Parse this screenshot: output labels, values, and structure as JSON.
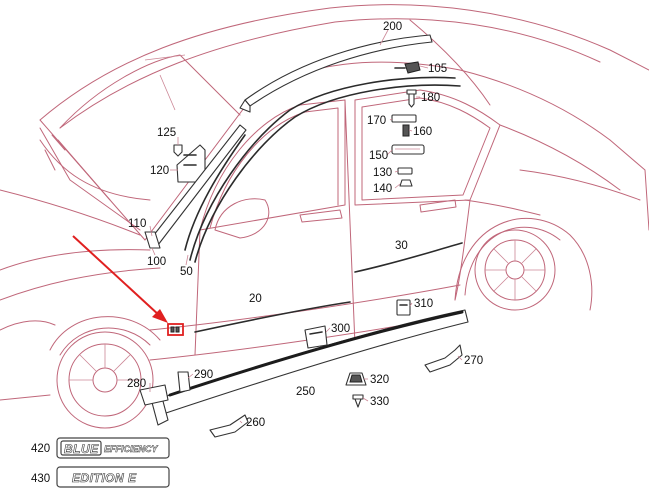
{
  "callouts": [
    {
      "id": "c200",
      "label": "200"
    },
    {
      "id": "c105",
      "label": "105"
    },
    {
      "id": "c180",
      "label": "180"
    },
    {
      "id": "c170",
      "label": "170"
    },
    {
      "id": "c160",
      "label": "160"
    },
    {
      "id": "c150",
      "label": "150"
    },
    {
      "id": "c130",
      "label": "130"
    },
    {
      "id": "c140",
      "label": "140"
    },
    {
      "id": "c125",
      "label": "125"
    },
    {
      "id": "c120",
      "label": "120"
    },
    {
      "id": "c110",
      "label": "110"
    },
    {
      "id": "c100",
      "label": "100"
    },
    {
      "id": "c50",
      "label": "50"
    },
    {
      "id": "c30",
      "label": "30"
    },
    {
      "id": "c20",
      "label": "20"
    },
    {
      "id": "c310",
      "label": "310"
    },
    {
      "id": "c300",
      "label": "300"
    },
    {
      "id": "c270",
      "label": "270"
    },
    {
      "id": "c280",
      "label": "280"
    },
    {
      "id": "c290",
      "label": "290"
    },
    {
      "id": "c250",
      "label": "250"
    },
    {
      "id": "c320",
      "label": "320"
    },
    {
      "id": "c330",
      "label": "330"
    },
    {
      "id": "c260",
      "label": "260"
    },
    {
      "id": "c420",
      "label": "420"
    },
    {
      "id": "c430",
      "label": "430"
    }
  ],
  "badges": {
    "blue_efficiency_part1": "BLUE",
    "blue_efficiency_part2": "EFFICIENCY",
    "edition_e": "EDITION E"
  },
  "colors": {
    "car_outline": "#c0677a",
    "highlight_arrow": "#e02020"
  }
}
